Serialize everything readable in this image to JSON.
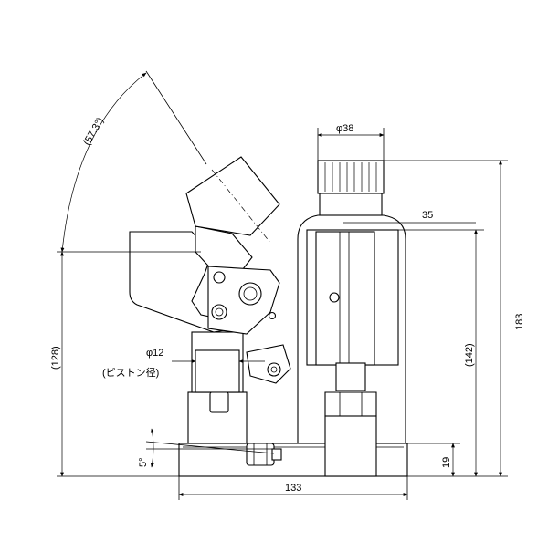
{
  "drawing": {
    "dimensions": {
      "bore": "φ38",
      "arm_width": "35",
      "total_height": "183",
      "cylinder_height": "(142)",
      "pump_height": "(128)",
      "base_height": "19",
      "base_width": "133",
      "tilt_angle": "5°",
      "handle_angle": "(57.3°)",
      "piston_dia": "φ12",
      "piston_note": "(ピストン径)"
    },
    "colors": {
      "line": "#000000",
      "background": "#ffffff"
    }
  }
}
